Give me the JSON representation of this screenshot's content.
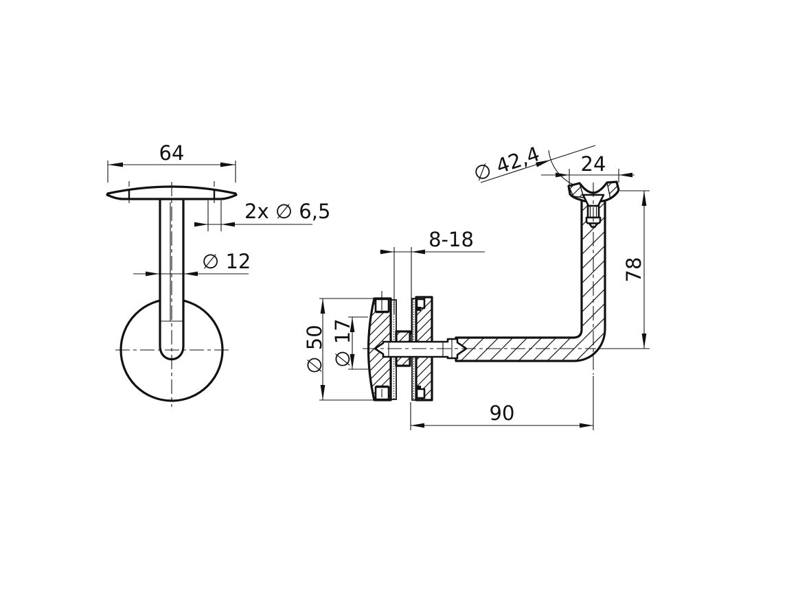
{
  "meta": {
    "description": "Technical drawing of an adjustable handrail bracket, two orthographic views with ISO dimensioning",
    "views": [
      {
        "id": "front",
        "name": "front view"
      },
      {
        "id": "side",
        "name": "side section view"
      }
    ]
  },
  "style": {
    "line_color": "#111111",
    "background": "#ffffff"
  },
  "dims": {
    "front": {
      "plate_width": "64",
      "hole_spec": "2x ∅ 6,5",
      "stem_diameter": "∅ 12"
    },
    "side": {
      "tube_diameter": "∅ 42,4",
      "saddle_width": "24",
      "height": "78",
      "adjustment_range": "8-18",
      "cover_diameter": "∅ 50",
      "hub_diameter": "∅ 17",
      "projection": "90"
    }
  }
}
